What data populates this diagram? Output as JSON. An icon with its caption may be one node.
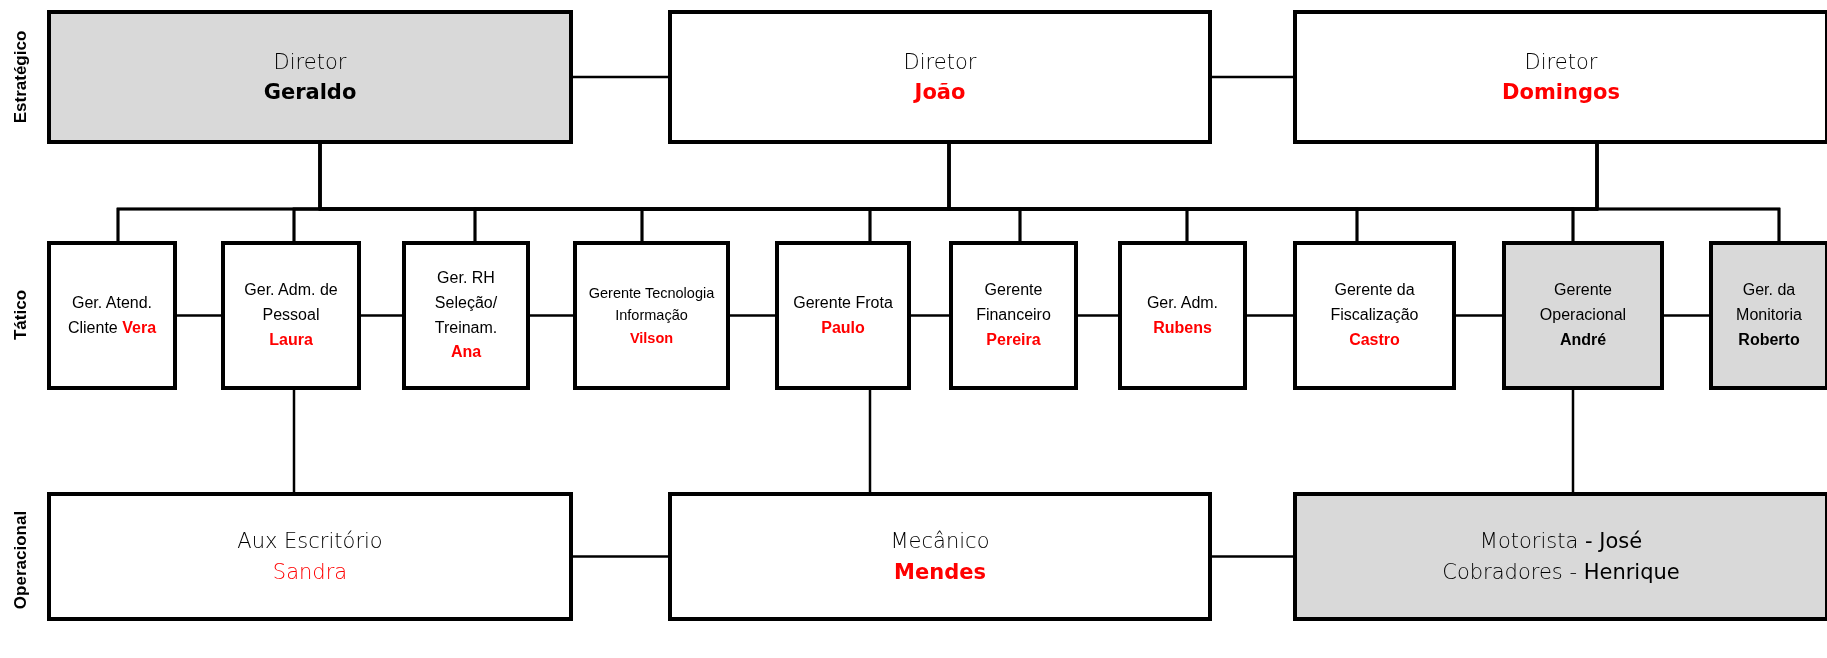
{
  "diagram": {
    "nodes": [
      {
        "text": [
          "Diretor",
          "Geraldo"
        ]
      },
      {
        "text": [
          "Diretor",
          "João"
        ]
      },
      {
        "text": [
          "Diretor",
          "Domingos"
        ]
      },
      {
        "text": [
          "Ger. Atend. Cliente",
          "Vera"
        ]
      },
      {
        "text": [
          "Ger. Adm. de Pessoal",
          "Laura"
        ]
      },
      {
        "text": [
          "Ger. RH Seleção/ Treinam.",
          "Ana"
        ]
      },
      {
        "text": [
          "Gerente Tecnologia Informação",
          "Vilson"
        ]
      },
      {
        "text": [
          "Gerente Frota",
          "Paulo"
        ]
      },
      {
        "text": [
          "Gerente Financeiro",
          "Pereira"
        ]
      },
      {
        "text": [
          "Ger. Adm.",
          "Rubens"
        ]
      },
      {
        "text": [
          "Gerente da Fiscalização",
          "Castro"
        ]
      },
      {
        "text": [
          "Gerente Operacional",
          "André"
        ]
      },
      {
        "text": [
          "Ger. da Monitoria",
          "Roberto"
        ]
      },
      {
        "text": [
          "Aux Escritório",
          "Sandra"
        ]
      },
      {
        "text": [
          "Mecânico",
          "Mendes"
        ]
      },
      {
        "text": [
          "Motorista **- José**",
          "Cobradores - **Henrique**"
        ]
      }
    ],
    "edges": [
      {
        "from": 0,
        "to": 1,
        "arrow": "none"
      },
      {
        "from": 1,
        "to": 2,
        "arrow": "none"
      },
      {
        "from": 3,
        "to": 4,
        "arrow": "none"
      },
      {
        "from": 4,
        "to": 5,
        "arrow": "none"
      },
      {
        "from": 5,
        "to": 6,
        "arrow": "none"
      },
      {
        "from": 6,
        "to": 7,
        "arrow": "none"
      },
      {
        "from": 7,
        "to": 8,
        "arrow": "none"
      },
      {
        "from": 8,
        "to": 9,
        "arrow": "none"
      },
      {
        "from": 9,
        "to": 10,
        "arrow": "none"
      },
      {
        "from": 10,
        "to": 11,
        "arrow": "none"
      },
      {
        "from": 11,
        "to": 12,
        "arrow": "none"
      },
      {
        "from": 13,
        "to": 14,
        "arrow": "none"
      },
      {
        "from": 14,
        "to": 15,
        "arrow": "none"
      },
      {
        "from": 4,
        "to": 13,
        "arrow": "none"
      },
      {
        "from": 7,
        "to": 14,
        "arrow": "none"
      },
      {
        "from": 11,
        "to": 15,
        "arrow": "none"
      },
      {
        "from": 0,
        "to": 3,
        "arrow": "none"
      },
      {
        "from": 0,
        "to": 4,
        "arrow": "none"
      },
      {
        "from": 0,
        "to": 5,
        "arrow": "none"
      },
      {
        "from": 0,
        "to": 6,
        "arrow": "none"
      },
      {
        "from": 0,
        "to": 7,
        "arrow": "none"
      },
      {
        "from": 0,
        "to": 8,
        "arrow": "none"
      },
      {
        "from": 0,
        "to": 9,
        "arrow": "none"
      },
      {
        "from": 0,
        "to": 10,
        "arrow": "none"
      },
      {
        "from": 0,
        "to": 11,
        "arrow": "none"
      },
      {
        "from": 0,
        "to": 12,
        "arrow": "none"
      },
      {
        "from": 1,
        "to": 3,
        "arrow": "none"
      },
      {
        "from": 1,
        "to": 4,
        "arrow": "none"
      },
      {
        "from": 1,
        "to": 5,
        "arrow": "none"
      },
      {
        "from": 1,
        "to": 6,
        "arrow": "none"
      },
      {
        "from": 1,
        "to": 7,
        "arrow": "none"
      },
      {
        "from": 1,
        "to": 8,
        "arrow": "none"
      },
      {
        "from": 1,
        "to": 9,
        "arrow": "none"
      },
      {
        "from": 1,
        "to": 10,
        "arrow": "none"
      },
      {
        "from": 1,
        "to": 11,
        "arrow": "none"
      },
      {
        "from": 1,
        "to": 12,
        "arrow": "none"
      },
      {
        "from": 2,
        "to": 3,
        "arrow": "none"
      },
      {
        "from": 2,
        "to": 4,
        "arrow": "none"
      },
      {
        "from": 2,
        "to": 5,
        "arrow": "none"
      },
      {
        "from": 2,
        "to": 6,
        "arrow": "none"
      },
      {
        "from": 2,
        "to": 7,
        "arrow": "none"
      },
      {
        "from": 2,
        "to": 8,
        "arrow": "none"
      },
      {
        "from": 2,
        "to": 9,
        "arrow": "none"
      },
      {
        "from": 2,
        "to": 10,
        "arrow": "none"
      },
      {
        "from": 2,
        "to": 11,
        "arrow": "none"
      },
      {
        "from": 2,
        "to": 12,
        "arrow": "none"
      }
    ],
    "labels": [
      "Estratégico",
      "Tático",
      "Operacional"
    ]
  }
}
